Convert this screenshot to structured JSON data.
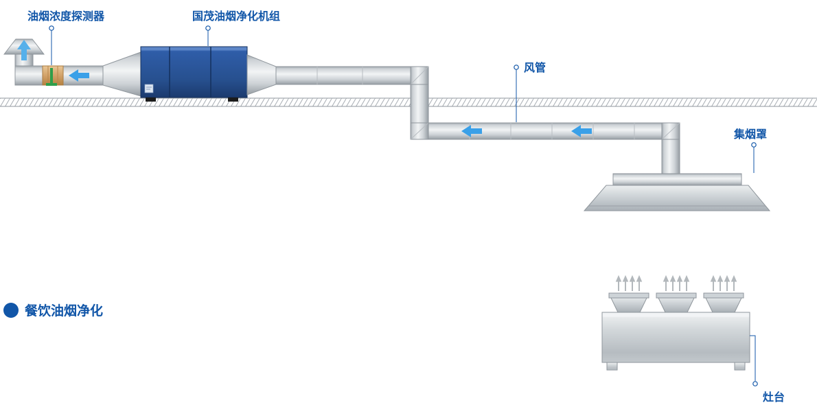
{
  "labels": {
    "detector": "油烟浓度探测器",
    "purifier": "国茂油烟净化机组",
    "duct": "风管",
    "hood": "集烟罩",
    "stove": "灶台"
  },
  "legend": {
    "title": "餐饮油烟净化"
  },
  "colors": {
    "label_blue": "#1156a8",
    "unit_blue": "#2b5aa0",
    "flow_arrow_blue": "#3aa0e8",
    "exhaust_arrow_blue": "#56b0ea",
    "detector_band_tan": "#d2a269",
    "detector_green": "#2f9e4a",
    "duct_silver": "#d7dbde",
    "hatch_gray": "#a7adb3"
  }
}
